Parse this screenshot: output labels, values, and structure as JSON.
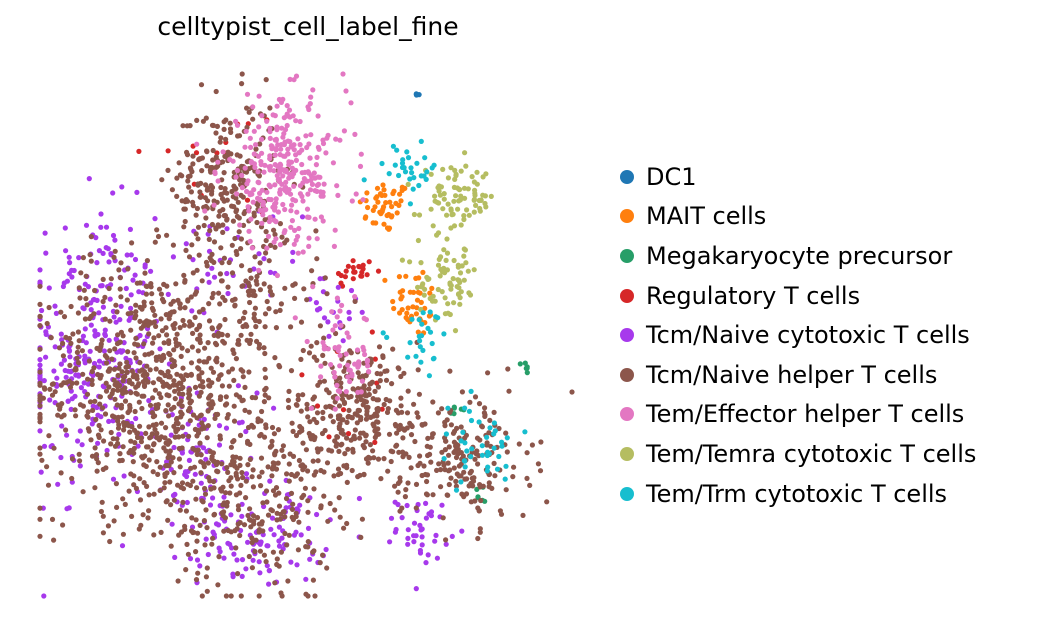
{
  "chart_data": {
    "type": "scatter",
    "title": "celltypist_cell_label_fine",
    "xlabel": "",
    "ylabel": "",
    "grid": false,
    "axes_visible": false,
    "legend_placement": "right",
    "series": [
      {
        "name": "DC1",
        "color": "#1f77b4",
        "clusters": [
          {
            "cx": 0.707,
            "cy": 0.962,
            "sx": 0.002,
            "sy": 0.002,
            "n": 4
          }
        ]
      },
      {
        "name": "MAIT cells",
        "color": "#ff7f0e",
        "clusters": [
          {
            "cx": 0.648,
            "cy": 0.745,
            "sx": 0.025,
            "sy": 0.025,
            "n": 45
          },
          {
            "cx": 0.705,
            "cy": 0.565,
            "sx": 0.022,
            "sy": 0.035,
            "n": 40
          }
        ]
      },
      {
        "name": "Megakaryocyte precursor",
        "color": "#279e68",
        "clusters": [
          {
            "cx": 0.775,
            "cy": 0.355,
            "sx": 0.012,
            "sy": 0.008,
            "n": 6
          },
          {
            "cx": 0.915,
            "cy": 0.44,
            "sx": 0.003,
            "sy": 0.01,
            "n": 6
          },
          {
            "cx": 0.825,
            "cy": 0.19,
            "sx": 0.01,
            "sy": 0.02,
            "n": 6
          }
        ]
      },
      {
        "name": "Regulatory T cells",
        "color": "#d62728",
        "clusters": [
          {
            "cx": 0.59,
            "cy": 0.62,
            "sx": 0.02,
            "sy": 0.015,
            "n": 22
          },
          {
            "cx": 0.34,
            "cy": 0.84,
            "sx": 0.1,
            "sy": 0.06,
            "n": 14
          },
          {
            "cx": 0.6,
            "cy": 0.4,
            "sx": 0.05,
            "sy": 0.08,
            "n": 14
          }
        ]
      },
      {
        "name": "Tcm/Naive cytotoxic T cells",
        "color": "#a739ec",
        "clusters": [
          {
            "cx": 0.1,
            "cy": 0.47,
            "sx": 0.06,
            "sy": 0.13,
            "n": 280
          },
          {
            "cx": 0.3,
            "cy": 0.25,
            "sx": 0.05,
            "sy": 0.07,
            "n": 80
          },
          {
            "cx": 0.42,
            "cy": 0.12,
            "sx": 0.06,
            "sy": 0.05,
            "n": 100
          },
          {
            "cx": 0.72,
            "cy": 0.13,
            "sx": 0.025,
            "sy": 0.03,
            "n": 40
          },
          {
            "cx": 0.33,
            "cy": 0.6,
            "sx": 0.08,
            "sy": 0.08,
            "n": 40
          },
          {
            "cx": 0.55,
            "cy": 0.55,
            "sx": 0.04,
            "sy": 0.04,
            "n": 20
          }
        ]
      },
      {
        "name": "Tcm/Naive helper T cells",
        "color": "#8c564b",
        "clusters": [
          {
            "cx": 0.2,
            "cy": 0.4,
            "sx": 0.1,
            "sy": 0.12,
            "n": 700
          },
          {
            "cx": 0.35,
            "cy": 0.79,
            "sx": 0.05,
            "sy": 0.08,
            "n": 250
          },
          {
            "cx": 0.4,
            "cy": 0.2,
            "sx": 0.08,
            "sy": 0.1,
            "n": 300
          },
          {
            "cx": 0.6,
            "cy": 0.35,
            "sx": 0.07,
            "sy": 0.07,
            "n": 300
          },
          {
            "cx": 0.8,
            "cy": 0.26,
            "sx": 0.06,
            "sy": 0.06,
            "n": 180
          },
          {
            "cx": 0.38,
            "cy": 0.55,
            "sx": 0.07,
            "sy": 0.08,
            "n": 150
          }
        ]
      },
      {
        "name": "Tem/Effector helper T cells",
        "color": "#e377c2",
        "clusters": [
          {
            "cx": 0.46,
            "cy": 0.81,
            "sx": 0.06,
            "sy": 0.07,
            "n": 300
          },
          {
            "cx": 0.57,
            "cy": 0.45,
            "sx": 0.03,
            "sy": 0.05,
            "n": 60
          }
        ]
      },
      {
        "name": "Tem/Temra cytotoxic T cells",
        "color": "#b5bd61",
        "clusters": [
          {
            "cx": 0.785,
            "cy": 0.76,
            "sx": 0.035,
            "sy": 0.03,
            "n": 80
          },
          {
            "cx": 0.77,
            "cy": 0.6,
            "sx": 0.03,
            "sy": 0.035,
            "n": 70
          }
        ]
      },
      {
        "name": "Tem/Trm cytotoxic T cells",
        "color": "#17becf",
        "clusters": [
          {
            "cx": 0.69,
            "cy": 0.82,
            "sx": 0.03,
            "sy": 0.02,
            "n": 30
          },
          {
            "cx": 0.72,
            "cy": 0.5,
            "sx": 0.03,
            "sy": 0.03,
            "n": 25
          },
          {
            "cx": 0.82,
            "cy": 0.28,
            "sx": 0.04,
            "sy": 0.04,
            "n": 40
          }
        ]
      }
    ]
  }
}
